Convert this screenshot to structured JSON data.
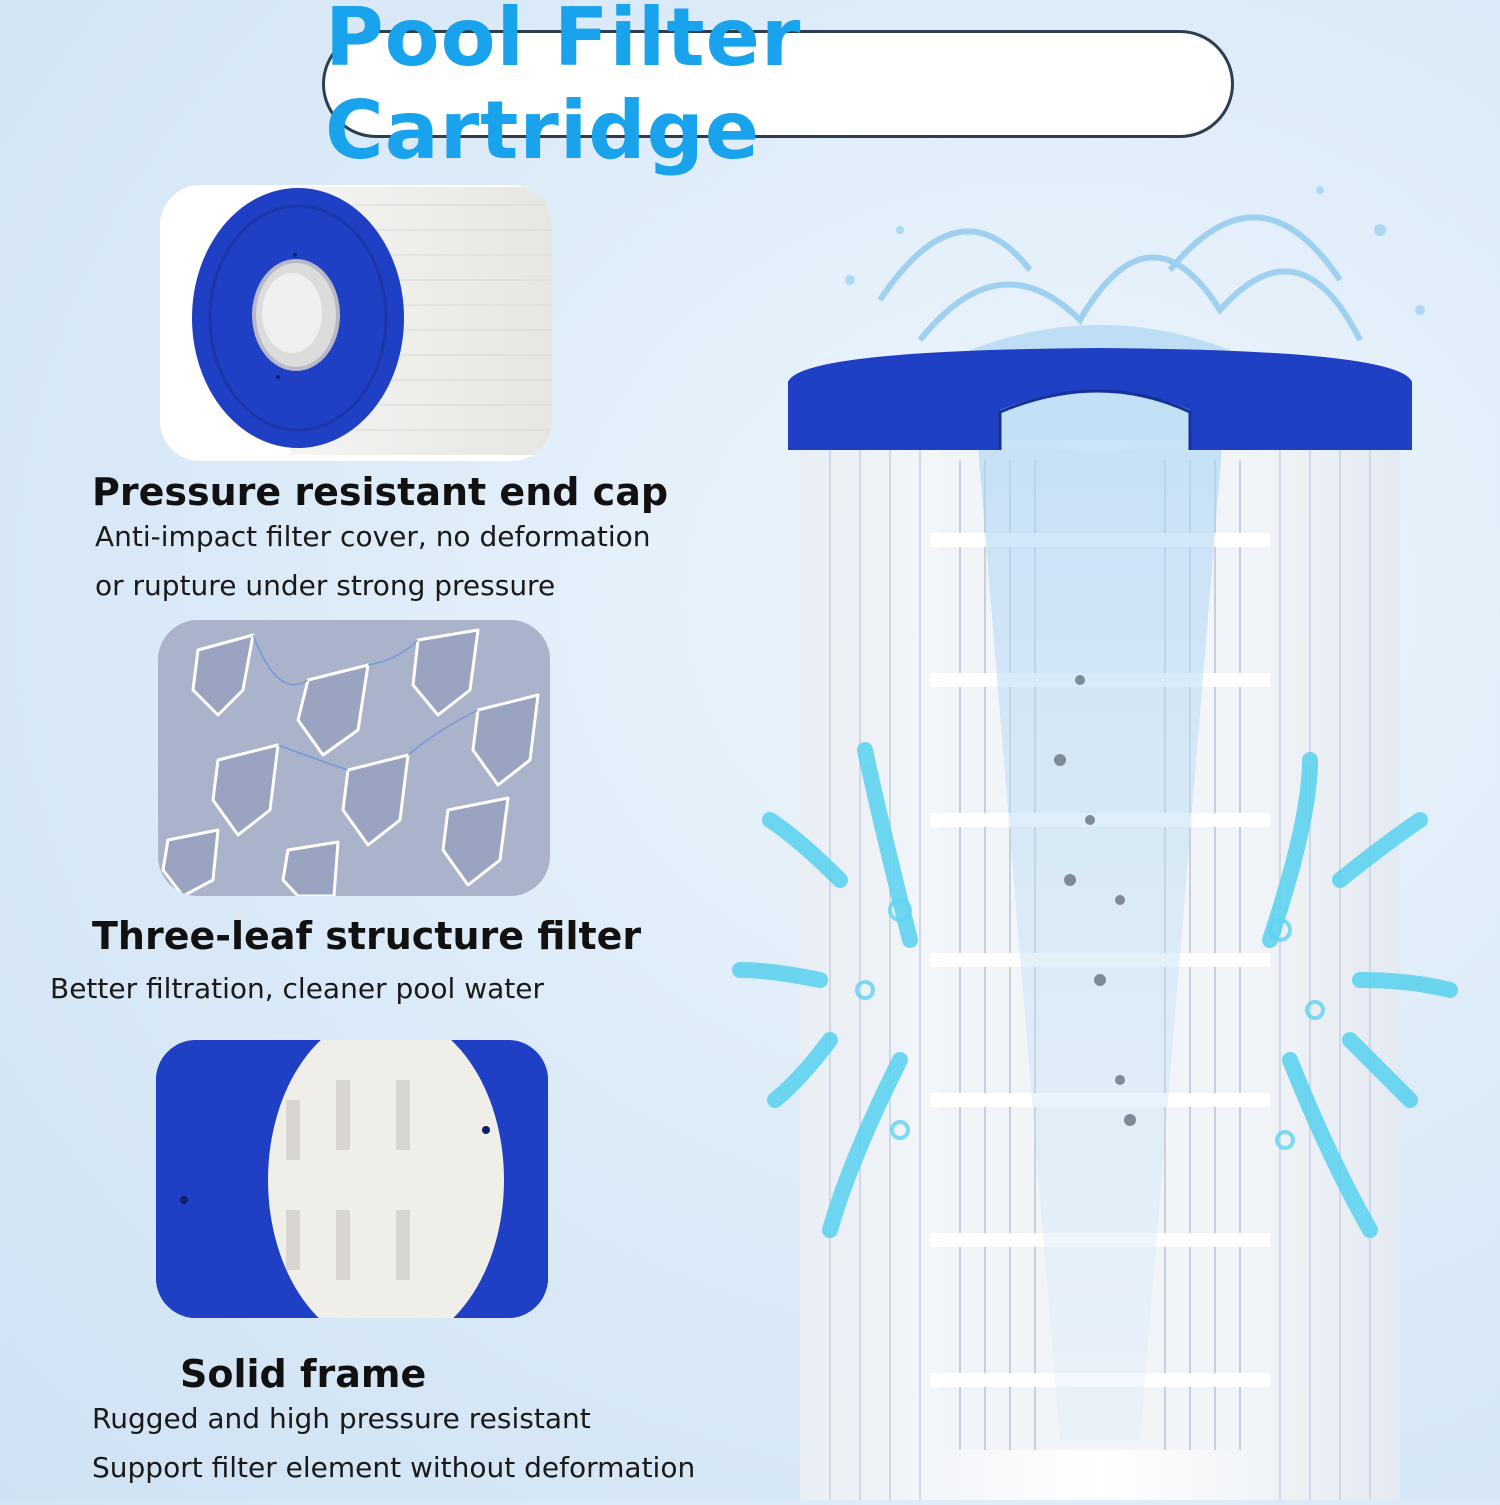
{
  "header": {
    "title": "Pool Filter Cartridge"
  },
  "features": [
    {
      "title": "Pressure resistant end cap",
      "lines": [
        "Anti-impact filter cover, no deformation",
        "or rupture under strong pressure"
      ],
      "icon": "end-cap-image"
    },
    {
      "title": "Three-leaf structure filter",
      "lines": [
        "Better filtration, cleaner pool water"
      ],
      "icon": "three-leaf-image"
    },
    {
      "title": "Solid frame",
      "lines": [
        "Rugged and high pressure resistant",
        "Support filter element without deformation"
      ],
      "icon": "frame-image"
    }
  ],
  "colors": {
    "title": "#19a3ec",
    "cap_blue": "#1f3fc4",
    "arrow": "#5fd3f0",
    "background": "#dbeaf8"
  }
}
